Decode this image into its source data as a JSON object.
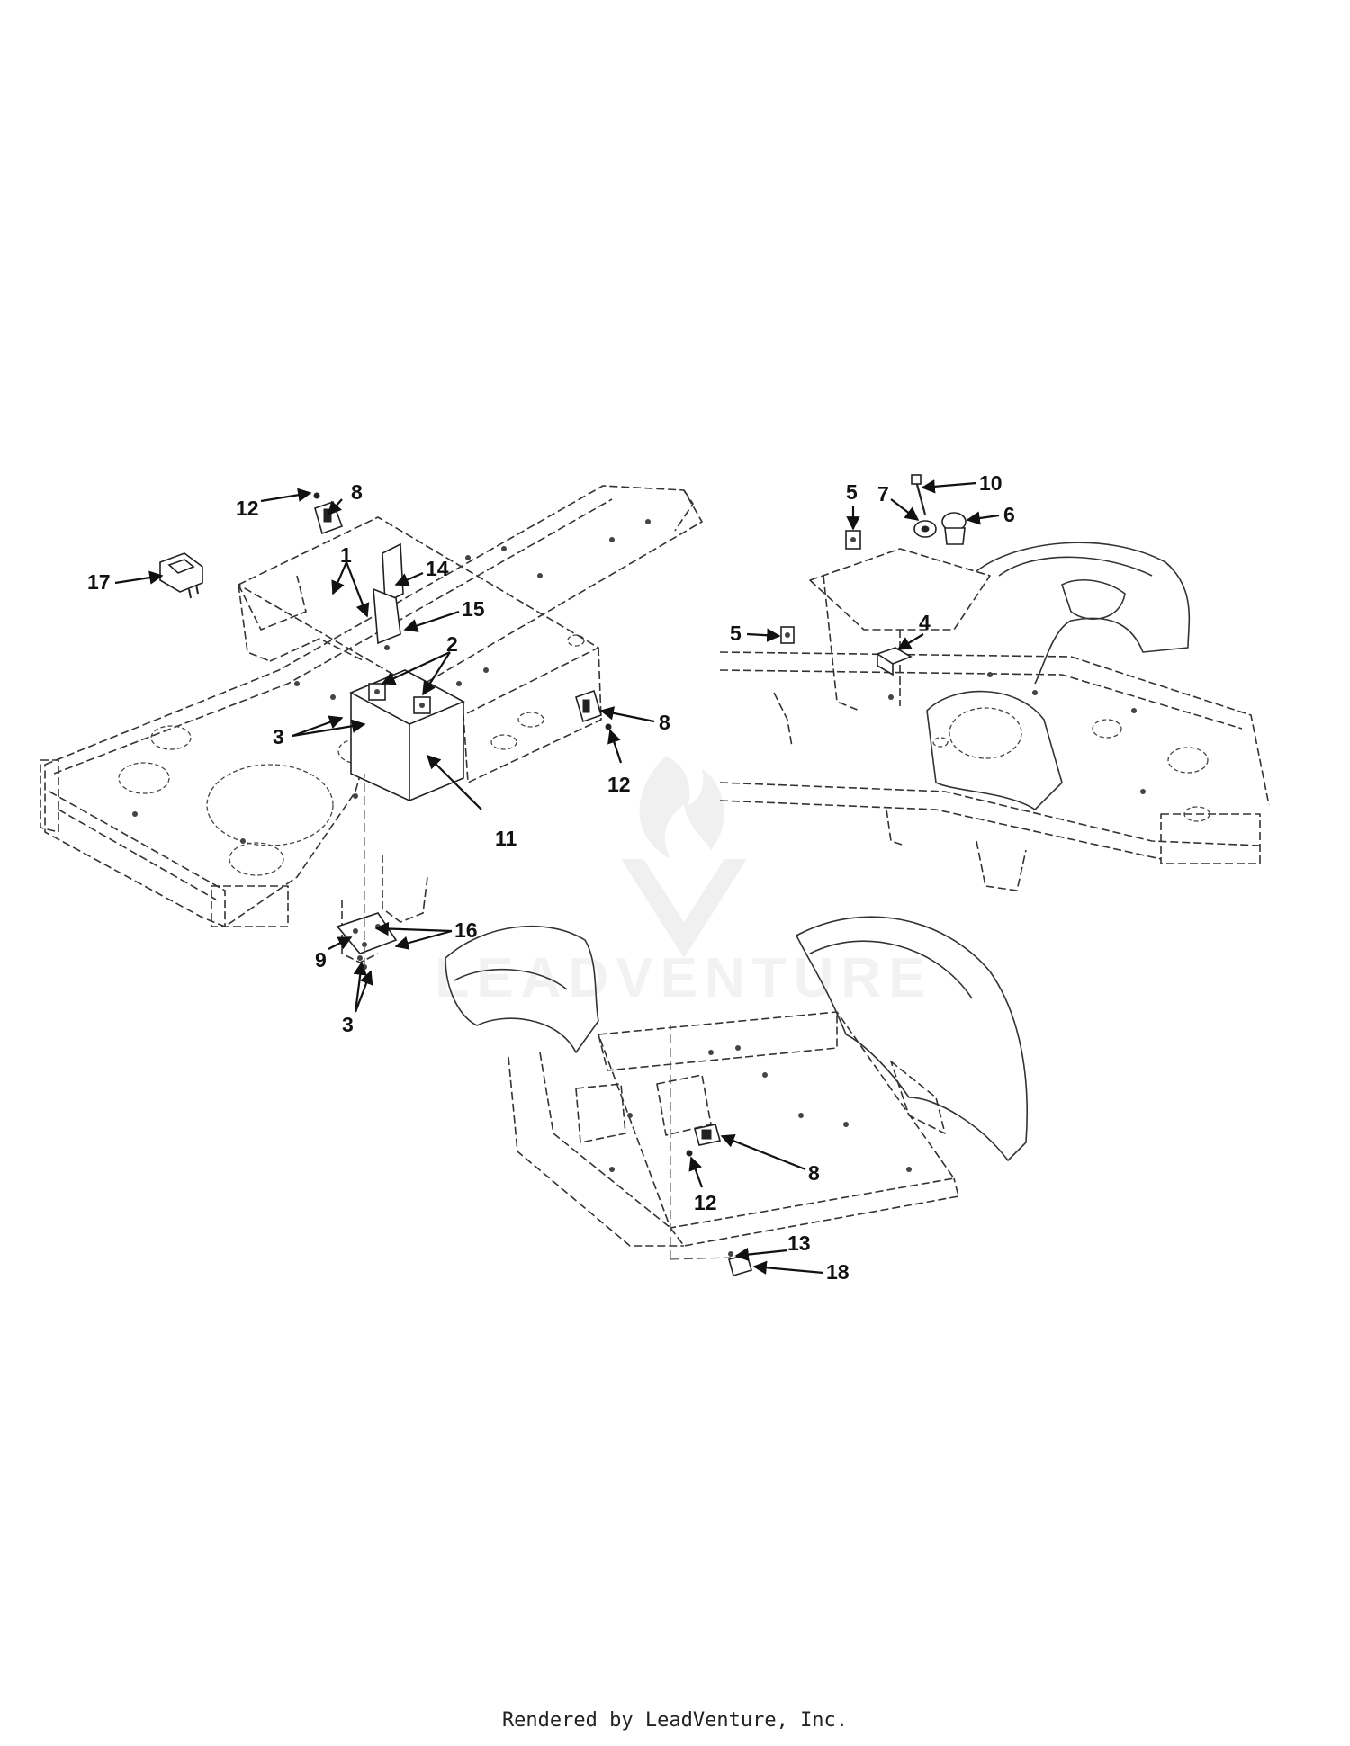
{
  "callouts": [
    {
      "id": "c12a",
      "label": "12"
    },
    {
      "id": "c8a",
      "label": "8"
    },
    {
      "id": "c17",
      "label": "17"
    },
    {
      "id": "c1",
      "label": "1"
    },
    {
      "id": "c14",
      "label": "14"
    },
    {
      "id": "c15",
      "label": "15"
    },
    {
      "id": "c2",
      "label": "2"
    },
    {
      "id": "c3a",
      "label": "3"
    },
    {
      "id": "c8b",
      "label": "8"
    },
    {
      "id": "c12b",
      "label": "12"
    },
    {
      "id": "c11",
      "label": "11"
    },
    {
      "id": "c16",
      "label": "16"
    },
    {
      "id": "c9",
      "label": "9"
    },
    {
      "id": "c3b",
      "label": "3"
    },
    {
      "id": "c5a",
      "label": "5"
    },
    {
      "id": "c7",
      "label": "7"
    },
    {
      "id": "c10",
      "label": "10"
    },
    {
      "id": "c6",
      "label": "6"
    },
    {
      "id": "c5b",
      "label": "5"
    },
    {
      "id": "c4",
      "label": "4"
    },
    {
      "id": "c8c",
      "label": "8"
    },
    {
      "id": "c12c",
      "label": "12"
    },
    {
      "id": "c13",
      "label": "13"
    },
    {
      "id": "c18",
      "label": "18"
    }
  ],
  "watermark": "LEADVENTURE",
  "footer": "Rendered by LeadVenture, Inc.",
  "colors": {
    "line": "#222222",
    "watermark": "#e6e6e6",
    "background": "#ffffff"
  }
}
